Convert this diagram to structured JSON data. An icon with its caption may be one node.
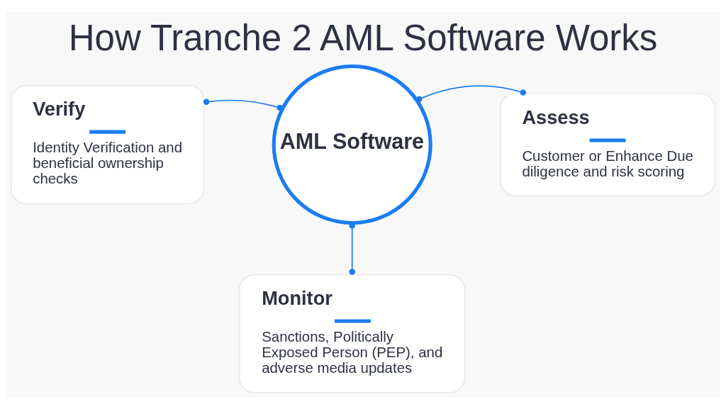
{
  "diagram": {
    "title": "How Tranche 2 AML Software Works",
    "nodes": [
      {
        "text": [
          "Verify",
          "Identity Verification and beneficial ownership checks"
        ]
      },
      {
        "text": [
          "Assess",
          "Customer or Enhance Due diligence and risk scoring"
        ]
      },
      {
        "text": [
          "AML Software"
        ]
      },
      {
        "text": [
          "Monitor",
          "Sanctions, Politically Exposed Person (PEP), and adverse media updates"
        ]
      }
    ],
    "edges": [
      {
        "from": 0,
        "to": 2,
        "arrow": "other"
      },
      {
        "from": 2,
        "to": 1,
        "arrow": "other"
      },
      {
        "from": 2,
        "to": 3,
        "arrow": "other"
      }
    ]
  }
}
